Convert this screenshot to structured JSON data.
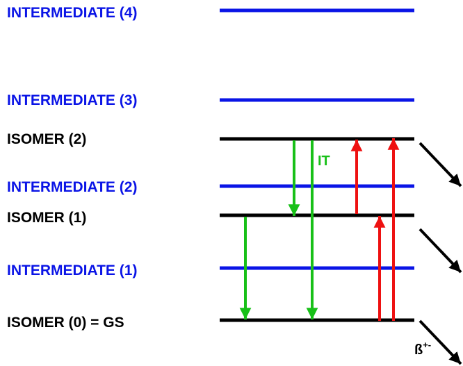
{
  "colors": {
    "intermediate": "#0a14e6",
    "isomer": "#000000",
    "it_transition": "#18c018",
    "excitation": "#ee1111",
    "beta": "#000000"
  },
  "levels": {
    "intermediate_4": "INTERMEDIATE (4)",
    "intermediate_3": "INTERMEDIATE (3)",
    "isomer_2": "ISOMER (2)",
    "intermediate_2": "INTERMEDIATE (2)",
    "isomer_1": "ISOMER (1)",
    "intermediate_1": "INTERMEDIATE (1)",
    "isomer_0": "ISOMER (0) = GS"
  },
  "transitions": {
    "it_label": "IT",
    "beta_label": "ß",
    "beta_sup": "+-",
    "arrows": [
      {
        "name": "it-arrow-2-to-1",
        "type": "it",
        "from": "isomer_2",
        "to": "isomer_1"
      },
      {
        "name": "it-arrow-2-to-0",
        "type": "it",
        "from": "isomer_2",
        "to": "isomer_0"
      },
      {
        "name": "it-arrow-1-to-0",
        "type": "it",
        "from": "isomer_1",
        "to": "isomer_0"
      },
      {
        "name": "excitation-arrow-1-to-2",
        "type": "excitation",
        "from": "isomer_1",
        "to": "isomer_2"
      },
      {
        "name": "excitation-arrow-0-to-1",
        "type": "excitation",
        "from": "isomer_0",
        "to": "isomer_1"
      },
      {
        "name": "excitation-arrow-0-to-2",
        "type": "excitation",
        "from": "isomer_0",
        "to": "isomer_2"
      },
      {
        "name": "beta-decay-arrow-isomer-2",
        "type": "beta",
        "from": "isomer_2"
      },
      {
        "name": "beta-decay-arrow-isomer-1",
        "type": "beta",
        "from": "isomer_1"
      },
      {
        "name": "beta-decay-arrow-isomer-0",
        "type": "beta",
        "from": "isomer_0"
      }
    ]
  }
}
